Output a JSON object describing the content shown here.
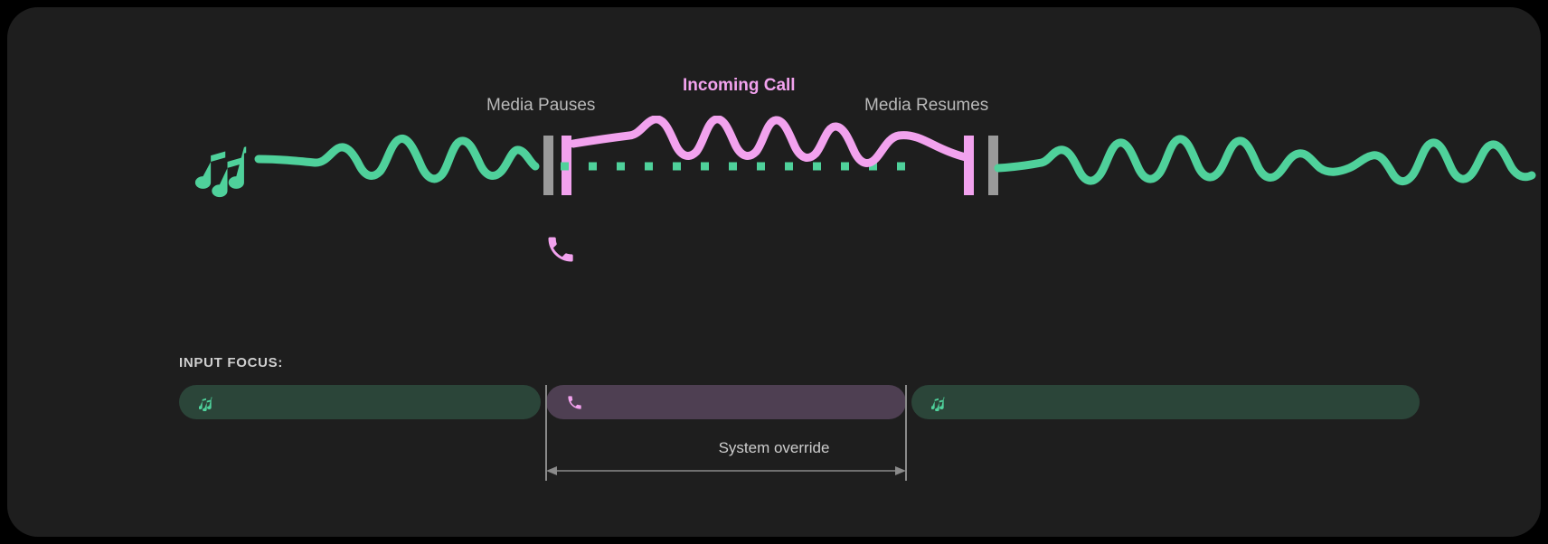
{
  "theme": {
    "background": "#000000",
    "card_background": "#1e1e1e",
    "media_green": "#4fd19b",
    "call_pink": "#f2a2ee",
    "marker_gray": "#9a9a9a",
    "text_muted": "#b9b9b9",
    "bar_green_bg": "#2b4539",
    "bar_purple_bg": "#4e3f52"
  },
  "timeline": {
    "labels": {
      "media_pauses": "Media Pauses",
      "incoming_call": "Incoming Call",
      "media_resumes": "Media Resumes"
    },
    "icons": {
      "music_notes": "music-notes-icon",
      "phone": "phone-icon"
    }
  },
  "input_focus": {
    "title": "INPUT FOCUS:",
    "segments": [
      {
        "name": "media-left",
        "icon": "music-notes-icon",
        "state": "media"
      },
      {
        "name": "call",
        "icon": "phone-icon",
        "state": "call"
      },
      {
        "name": "media-right",
        "icon": "music-notes-icon",
        "state": "media"
      }
    ],
    "override_label": "System override"
  }
}
